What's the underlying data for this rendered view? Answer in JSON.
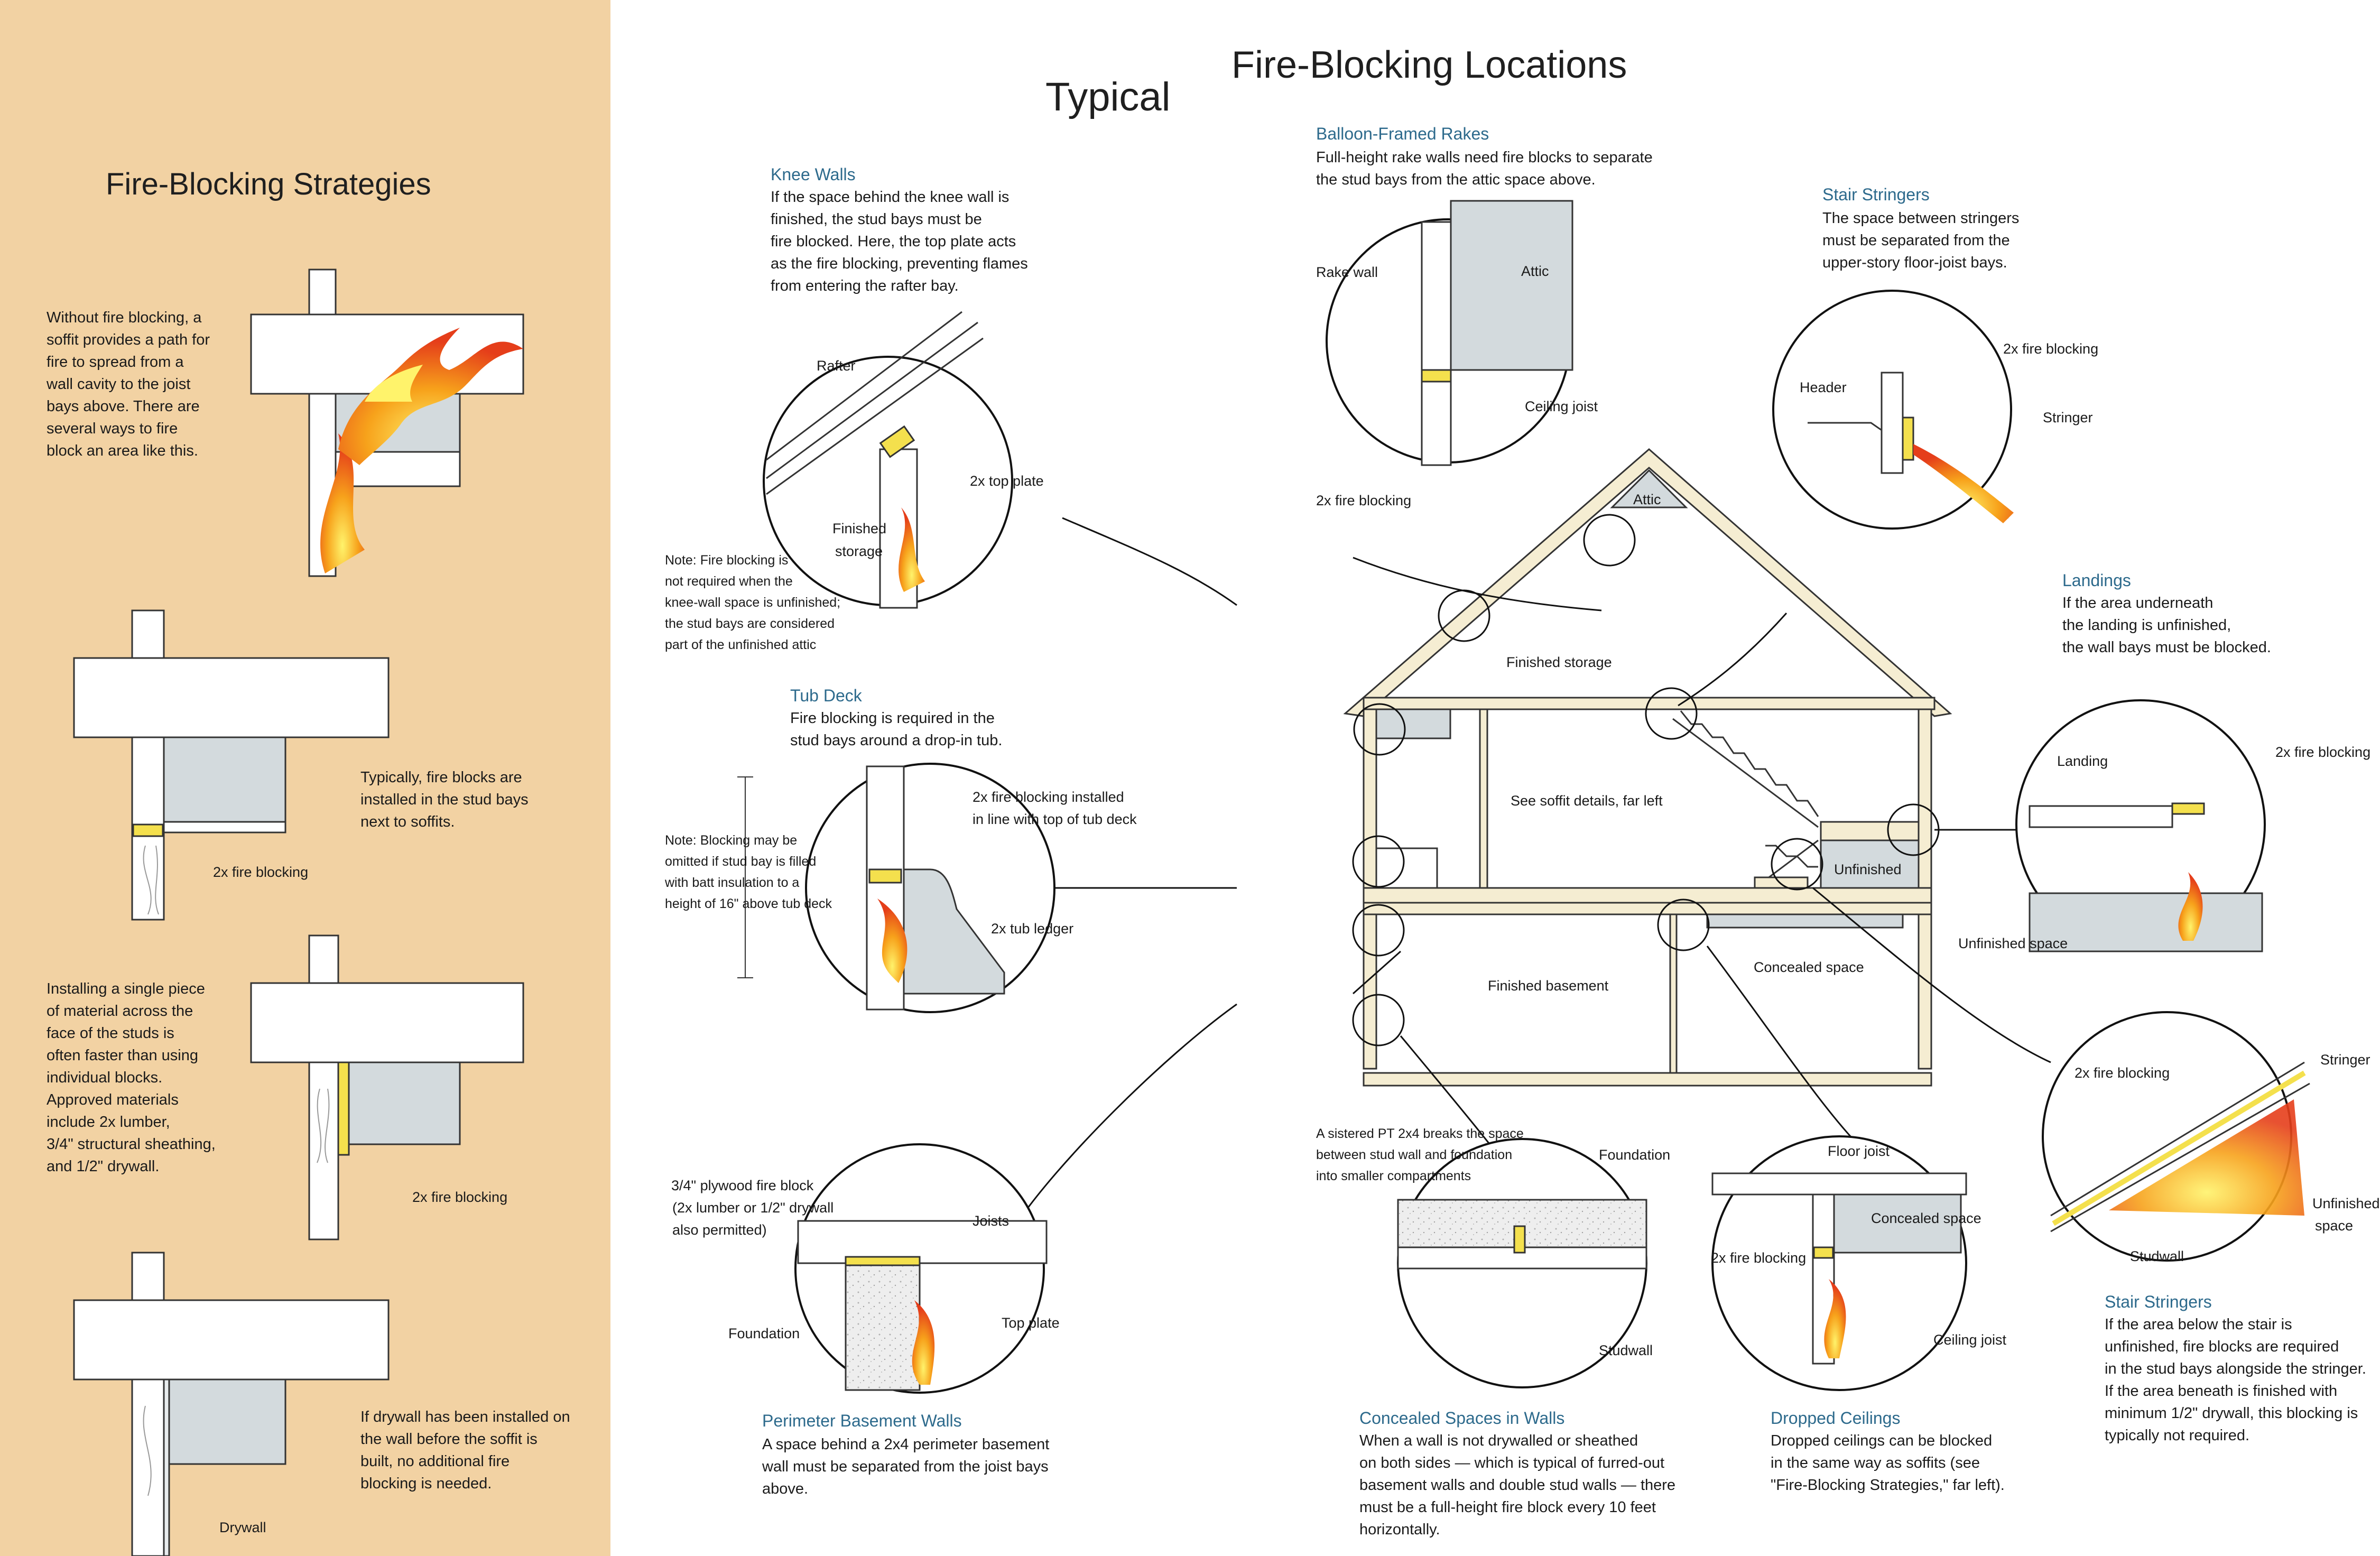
{
  "page_title_prefix": "Typical",
  "page_title": "Fire-Blocking Locations",
  "left": {
    "title": "Fire-Blocking Strategies",
    "text1": [
      "Without fire blocking, a",
      "soffit provides a path for",
      "fire to spread from a",
      "wall cavity to the joist",
      "bays above. There are",
      "several ways to fire",
      "block an area like this."
    ],
    "text2": [
      "Typically, fire blocks are",
      "installed in the stud bays",
      "next to soffits."
    ],
    "label2": "2x fire blocking",
    "text3": [
      "Installing a single piece",
      "of material across the",
      "face of the studs is",
      "often faster than using",
      "individual blocks.",
      "Approved materials",
      "include 2x lumber,",
      "3/4\" structural sheathing,",
      "and 1/2\" drywall."
    ],
    "label3": "2x fire blocking",
    "text4": [
      "If drywall has been installed on",
      "the wall before the soffit is",
      "built, no additional fire",
      "blocking is needed."
    ],
    "label4": "Drywall"
  },
  "knee_walls": {
    "title": "Knee  Walls",
    "text": [
      "If the space behind the knee wall is",
      "finished, the stud bays must be",
      "fire blocked. Here, the top plate acts",
      "as the fire blocking, preventing flames",
      "from entering the rafter bay."
    ],
    "labels": {
      "rafter": "Rafter",
      "top_plate": "2x top plate",
      "finished": "Finished",
      "storage": "storage"
    },
    "note": [
      "Note: Fire blocking is",
      "not required when the",
      "knee-wall space is unfinished;",
      "the stud bays are considered",
      "part of the unfinished attic"
    ]
  },
  "tub_deck": {
    "title": "Tub  Deck",
    "text": [
      "Fire blocking  is required in the",
      "stud bays around a drop-in  tub."
    ],
    "labels": {
      "fb1": "2x fire blocking installed",
      "fb2": "in line with top of tub deck",
      "ledger": "2x tub ledger"
    },
    "note": [
      "Note: Blocking may be",
      "omitted if stud bay is filled",
      "with batt insulation to a",
      "height of 16\" above tub deck"
    ]
  },
  "perimeter": {
    "title": "Perimeter Basement Walls",
    "text": [
      "A space behind a 2x4 perimeter basement",
      "wall must be separated from  the joist bays",
      "above."
    ],
    "labels": {
      "plywood1": "3/4\" plywood fire block",
      "plywood2": "(2x lumber or 1/2\" drywall",
      "plywood3": "also permitted)",
      "joists": "Joists",
      "foundation": "Foundation",
      "top_plate": "Top plate"
    }
  },
  "balloon": {
    "title": "Balloon-Framed Rakes",
    "text": [
      "Full-height rake walls need fire blocks to separate",
      "the stud bays from the attic space above."
    ],
    "labels": {
      "rake_wall": "Rake wall",
      "attic": "Attic",
      "ceiling_joist": "Ceiling joist",
      "fire_blocking": "2x fire blocking"
    }
  },
  "stair_top": {
    "title": "Stair  Stringers",
    "text": [
      "The space between stringers",
      "must be separated from  the",
      "upper-story floor-joist bays."
    ],
    "labels": {
      "header": "Header",
      "fire_blocking": "2x fire blocking",
      "stringer": "Stringer"
    }
  },
  "landings": {
    "title": "Landings",
    "text": [
      "If the area underneath",
      "the landing is unfinished,",
      "the wall bays must be blocked."
    ],
    "labels": {
      "landing": "Landing",
      "fire_blocking": "2x fire blocking",
      "unfinished": "Unfinished space"
    }
  },
  "stair_bottom": {
    "title": "Stair  Stringers",
    "text": [
      "If the area below the stair is",
      "unfinished, fire blocks are required",
      "in the stud bays alongside the stringer.",
      "If the area beneath is finished with",
      "minimum  1/2\" drywall, this blocking is",
      "typically not required."
    ],
    "labels": {
      "fire_blocking": "2x fire blocking",
      "stringer": "Stringer",
      "unfinished1": "Unfinished",
      "unfinished2": "space",
      "studwall": "Studwall"
    }
  },
  "concealed": {
    "title": "Concealed Spaces  in  Walls",
    "text": [
      "When a wall is not drywalled or sheathed",
      "on both sides — which is typical of furred-out",
      "basement walls and double stud walls — there",
      "must be a full-height  fire block every 10 feet",
      "horizontally."
    ],
    "note": [
      "A sistered PT 2x4 breaks the space",
      "between stud wall and foundation",
      "into smaller compartments"
    ],
    "labels": {
      "foundation": "Foundation",
      "studwall": "Studwall"
    }
  },
  "dropped": {
    "title": "Dropped Ceilings",
    "text": [
      "Dropped ceilings can be blocked",
      "in the same way as soffits  (see",
      "\"Fire-Blocking Strategies,\" far left)."
    ],
    "labels": {
      "floor_joist": "Floor joist",
      "concealed": "Concealed space",
      "fire_blocking": "2x fire blocking",
      "ceiling_joist": "Ceiling joist"
    }
  },
  "house": {
    "attic": "Attic",
    "finished_storage": "Finished storage",
    "soffit": "See soffit  details, far left",
    "unfinished": "Unfinished",
    "finished_basement": "Finished basement",
    "concealed_space": "Concealed space"
  },
  "colors": {
    "left_panel": "#f2d2a3",
    "title_blue": "#2d6a8c",
    "fire_block": "#f4e04d",
    "gray_fill": "#cfd8dc",
    "flame": "#f39c12"
  }
}
